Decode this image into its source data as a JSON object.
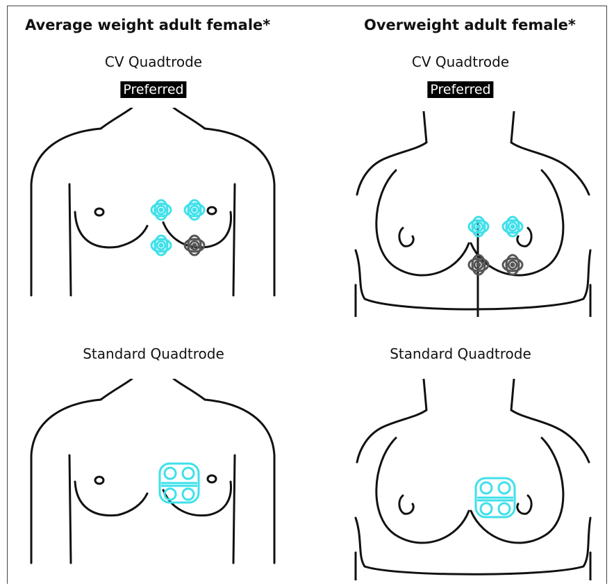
{
  "columns": [
    {
      "heading": "Average weight adult female*",
      "top_label": "CV Quadtrode",
      "badge": "Preferred",
      "bottom_label": "Standard Quadtrode"
    },
    {
      "heading": "Overweight adult female*",
      "top_label": "CV Quadtrode",
      "badge": "Preferred",
      "bottom_label": "Standard Quadtrode"
    }
  ],
  "colors": {
    "electrode_active": "#3fe0ea",
    "electrode_back": "#555555",
    "outline": "#111111"
  }
}
